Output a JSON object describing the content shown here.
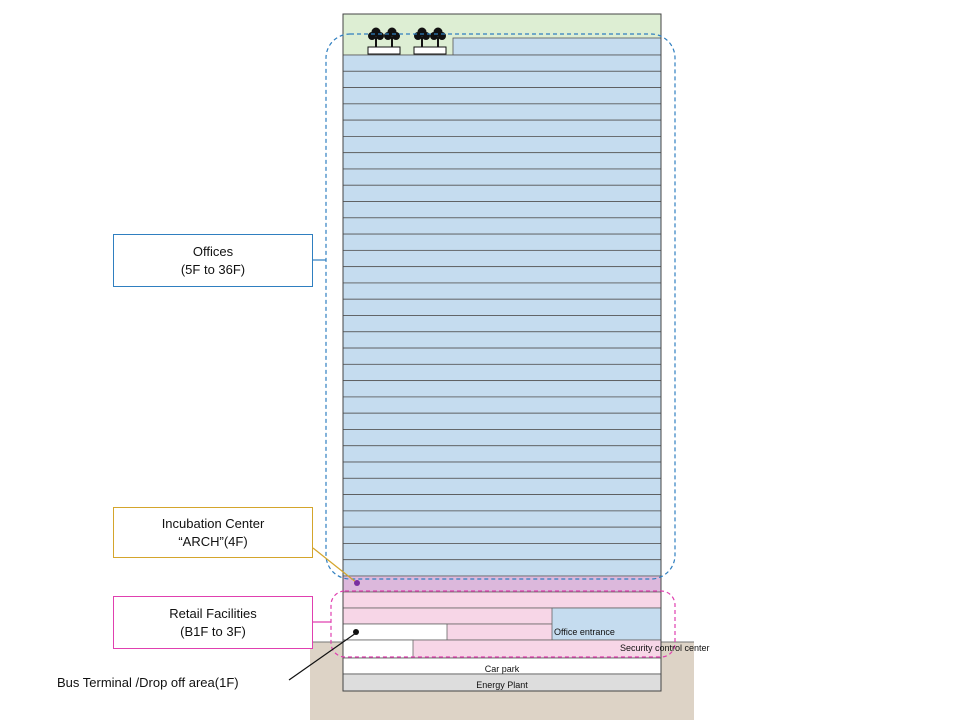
{
  "callouts": {
    "offices": {
      "line1": "Offices",
      "line2": "(5F to 36F)"
    },
    "incubation": {
      "line1": "Incubation Center",
      "line2": "“ARCH”(4F)"
    },
    "retail": {
      "line1": "Retail Facilities",
      "line2": "(B1F to 3F)"
    }
  },
  "labels": {
    "bus_terminal": "Bus Terminal /Drop off area(1F)",
    "office_entrance": "Office entrance",
    "security_control": "Security control center",
    "car_park": "Car park",
    "energy_plant": "Energy Plant"
  },
  "colors": {
    "office_blue": "#c5dcef",
    "roof_green": "#ddeed3",
    "incubation_purple": "#dcb8dc",
    "retail_pink": "#f7d6e7",
    "ground_tan": "#ddd3c6",
    "offices_outline": "#2f7fc0",
    "incubation_marker": "#7a2fa0",
    "retail_outline": "#e040b0"
  },
  "building": {
    "office_floor_count": 32
  }
}
